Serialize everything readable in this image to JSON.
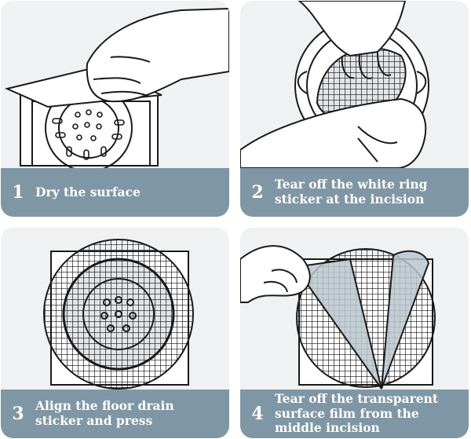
{
  "steps": [
    {
      "number": "1",
      "text": "Dry the surface",
      "illustration": "hand-wiping-drain-icon"
    },
    {
      "number": "2",
      "text": "Tear off the white ring sticker at the incision",
      "illustration": "hand-peeling-ring-icon"
    },
    {
      "number": "3",
      "text": "Align the floor drain sticker and press",
      "illustration": "mesh-over-drain-icon"
    },
    {
      "number": "4",
      "text": "Tear off the transparent surface film from the middle incision",
      "illustration": "hand-peeling-film-icon"
    }
  ],
  "colors": {
    "card_bg": "#f0f1f3",
    "caption_bg": "#7f97a4",
    "caption_text": "#ffffff",
    "line": "#1a1a1a"
  }
}
